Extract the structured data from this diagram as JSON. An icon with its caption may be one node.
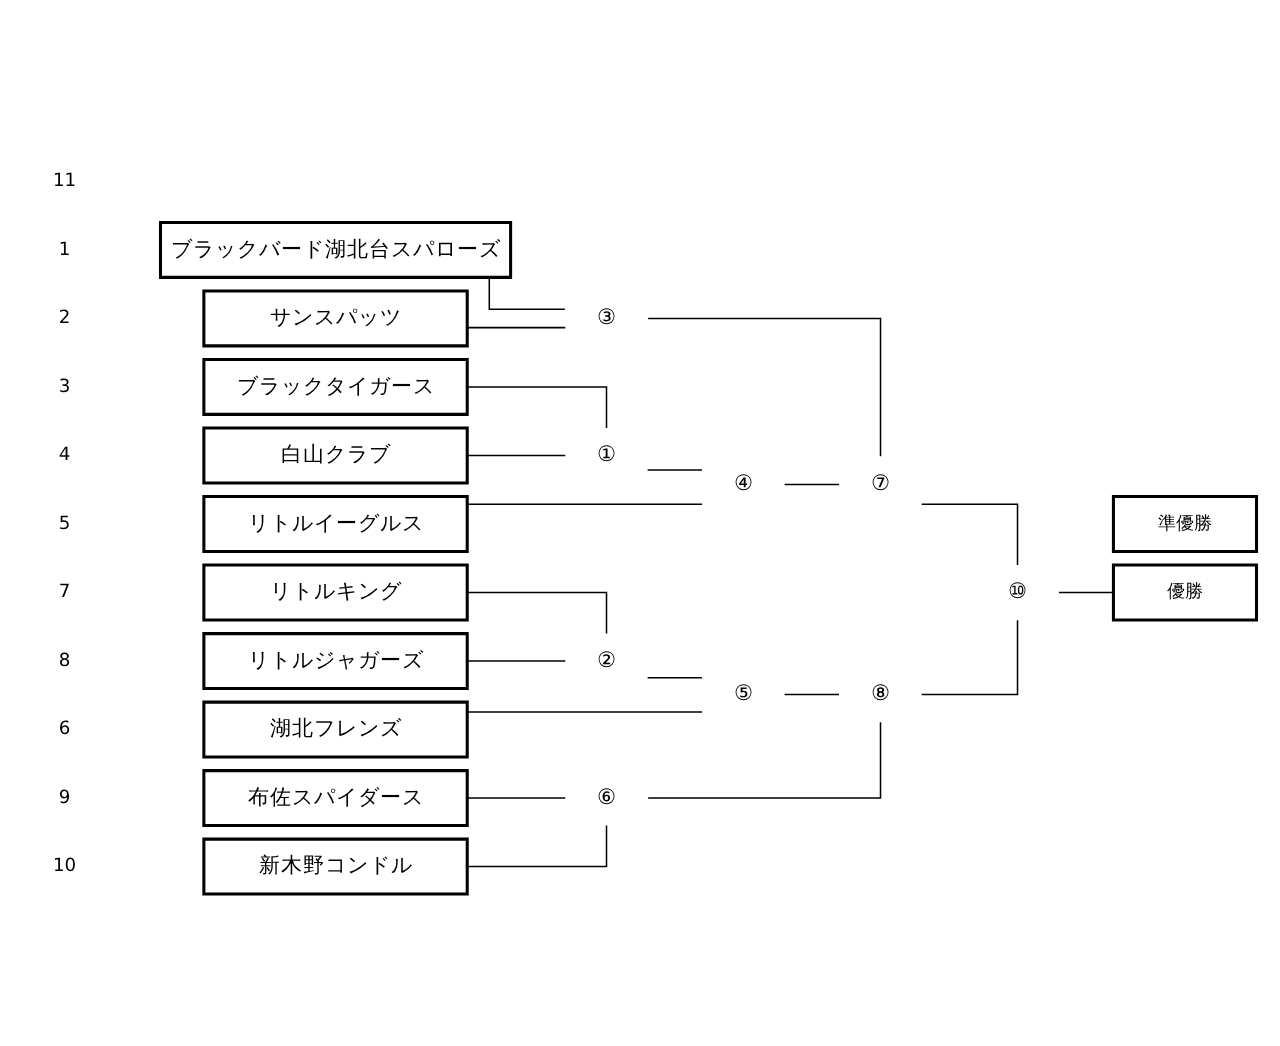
{
  "diagram": {
    "nodes": [
      {
        "text": [
          "優勝"
        ]
      },
      {
        "text": [
          "準優勝"
        ]
      },
      {
        "text": [
          "⑩"
        ]
      },
      {
        "text": [
          "⑦"
        ]
      },
      {
        "text": [
          "⑧"
        ]
      },
      {
        "text": [
          "③"
        ]
      },
      {
        "text": [
          "④"
        ]
      },
      {
        "text": [
          "⑤"
        ]
      },
      {
        "text": [
          "⑥"
        ]
      },
      {
        "text": [
          "①"
        ]
      },
      {
        "text": [
          "②"
        ]
      },
      {
        "text": [
          "ブラックバード湖北台スパローズ"
        ]
      },
      {
        "text": [
          "サンスパッツ"
        ]
      },
      {
        "text": [
          "ブラックタイガース"
        ]
      },
      {
        "text": [
          "白山クラブ"
        ]
      },
      {
        "text": [
          "リトルイーグルス"
        ]
      },
      {
        "text": [
          "湖北フレンズ"
        ]
      },
      {
        "text": [
          "リトルキング"
        ]
      },
      {
        "text": [
          "リトルジャガーズ"
        ]
      },
      {
        "text": [
          "布佐スパイダース"
        ]
      },
      {
        "text": [
          "新木野コンドル"
        ]
      }
    ],
    "edges": [
      {
        "from": 11,
        "to": 5,
        "arrow": "none"
      },
      {
        "from": 12,
        "to": 5,
        "arrow": "none"
      },
      {
        "from": 13,
        "to": 9,
        "arrow": "none"
      },
      {
        "from": 14,
        "to": 9,
        "arrow": "none"
      },
      {
        "from": 9,
        "to": 6,
        "arrow": "none"
      },
      {
        "from": 15,
        "to": 6,
        "arrow": "none"
      },
      {
        "from": 5,
        "to": 3,
        "arrow": "none"
      },
      {
        "from": 6,
        "to": 3,
        "arrow": "none"
      },
      {
        "from": 16,
        "to": 7,
        "arrow": "none"
      },
      {
        "from": 17,
        "to": 10,
        "arrow": "none"
      },
      {
        "from": 18,
        "to": 10,
        "arrow": "none"
      },
      {
        "from": 10,
        "to": 7,
        "arrow": "none"
      },
      {
        "from": 19,
        "to": 8,
        "arrow": "none"
      },
      {
        "from": 20,
        "to": 8,
        "arrow": "none"
      },
      {
        "from": 7,
        "to": 4,
        "arrow": "none"
      },
      {
        "from": 8,
        "to": 4,
        "arrow": "none"
      },
      {
        "from": 3,
        "to": 2,
        "arrow": "none"
      },
      {
        "from": 4,
        "to": 2,
        "arrow": "none"
      },
      {
        "from": 2,
        "to": 0,
        "arrow": "none"
      }
    ],
    "labels": [
      "1",
      "2",
      "3",
      "4",
      "5",
      "6",
      "7",
      "8",
      "9",
      "10",
      "11"
    ]
  }
}
